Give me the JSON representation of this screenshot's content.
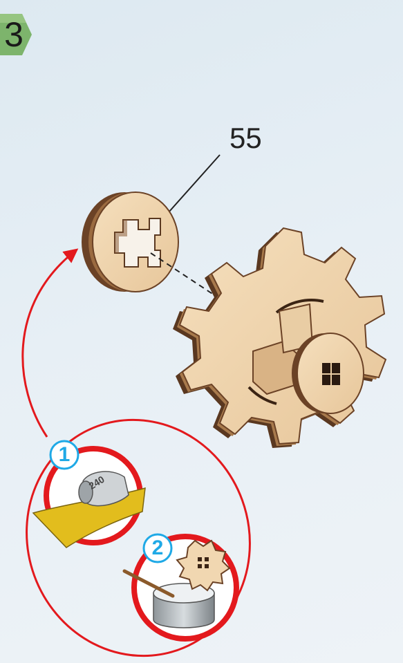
{
  "step": {
    "number": "3",
    "badge_color": "#7db46c"
  },
  "callout": {
    "part_number": "55"
  },
  "tools": {
    "items": [
      {
        "index": "1",
        "name": "sandpaper-icon",
        "grit": "240"
      },
      {
        "index": "2",
        "name": "glue-pot-icon"
      }
    ],
    "accent_color": "#e3191d",
    "badge_color": "#1fa9e6"
  },
  "colors": {
    "wood_face": "#f1d7b1",
    "wood_edge": "#6b4226",
    "sandpaper": "#e2bd1d"
  }
}
